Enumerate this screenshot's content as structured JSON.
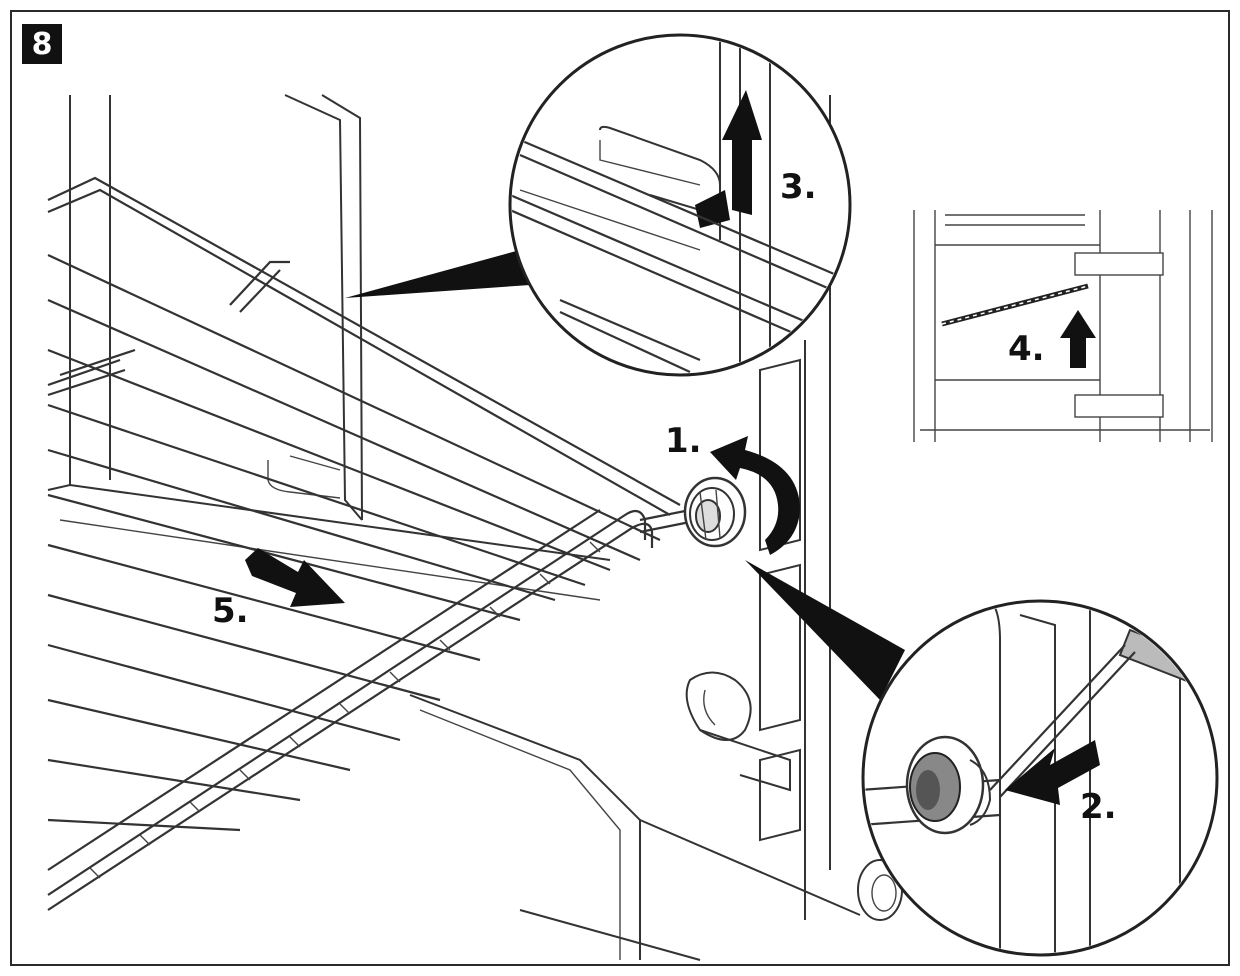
{
  "figure": {
    "step_number": "8",
    "steps": [
      {
        "id": "step1",
        "label": "1."
      },
      {
        "id": "step2",
        "label": "2."
      },
      {
        "id": "step3",
        "label": "3."
      },
      {
        "id": "step4",
        "label": "4."
      },
      {
        "id": "step5",
        "label": "5."
      }
    ]
  },
  "colors": {
    "ink": "#111111",
    "line": "#333333",
    "background": "#ffffff"
  },
  "icons": [
    "arrow-curved-icon",
    "arrow-up-icon",
    "arrow-left-icon",
    "arrow-right-icon"
  ]
}
